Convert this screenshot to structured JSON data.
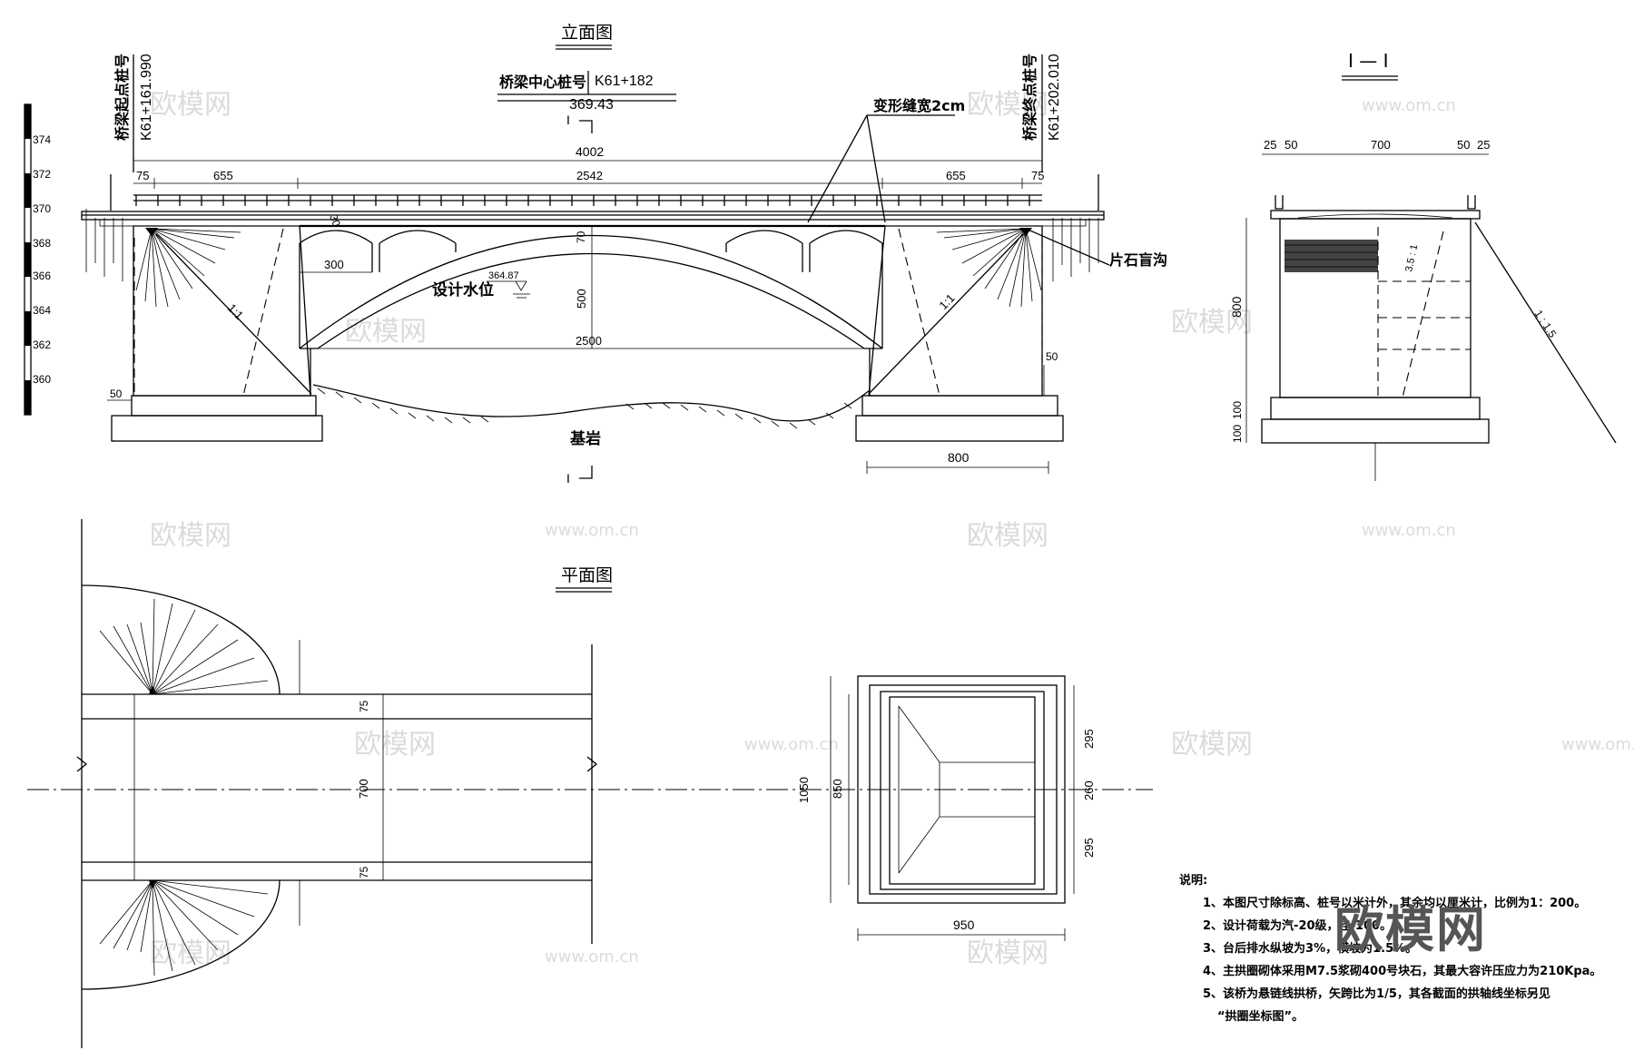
{
  "titles": {
    "elevation": "立面图",
    "plan": "平面图",
    "section": "I — I",
    "section_mark": "I"
  },
  "stations": {
    "start_label": "桥梁起点桩号",
    "start_value": "K61+161.990",
    "center_label": "桥梁中心桩号",
    "center_value": "K61+182",
    "center_elev": "369.43",
    "end_label": "桥梁终点桩号",
    "end_value": "K61+202.010"
  },
  "elevation": {
    "joint": "变形缝宽2cm",
    "water_label": "设计水位",
    "water_elev": "364.87",
    "bedrock": "基岩",
    "drain": "片石盲沟",
    "slope": "1:1",
    "total": "4002",
    "d75": "75",
    "d655": "655",
    "d2542": "2542",
    "d300": "300",
    "d30": "30",
    "d70": "70",
    "d500": "500",
    "d2500": "2500",
    "d50": "50",
    "d800": "800",
    "scale_ticks": [
      "374",
      "372",
      "370",
      "368",
      "366",
      "364",
      "362",
      "360"
    ]
  },
  "section": {
    "d25": "25",
    "d50": "50",
    "d700": "700",
    "d800": "800",
    "d100": "100",
    "slope1": "3.5 : 1",
    "slope2": "1 : 1.5"
  },
  "plan": {
    "d75": "75",
    "d700": "700",
    "d1050": "1050",
    "d850": "850",
    "d950": "950",
    "d295": "295",
    "d260": "260"
  },
  "notes": {
    "heading": "说明:",
    "items": [
      "1、本图尺寸除标高、桩号以米计外，其余均以厘米计，比例为1：200。",
      "2、设计荷载为汽-20级，挂-100。",
      "3、台后排水纵坡为3%，横坡为1.5%。",
      "4、主拱圈砌体采用M7.5浆砌400号块石，其最大容许压应力为210Kpa。",
      "5、该桥为悬链线拱桥，矢跨比为1/5，其各截面的拱轴线坐标另见",
      "“拱圈坐标图”。"
    ]
  },
  "watermarks": {
    "cn": "欧模网",
    "url": "www.om.cn",
    "big": "欧模网"
  }
}
